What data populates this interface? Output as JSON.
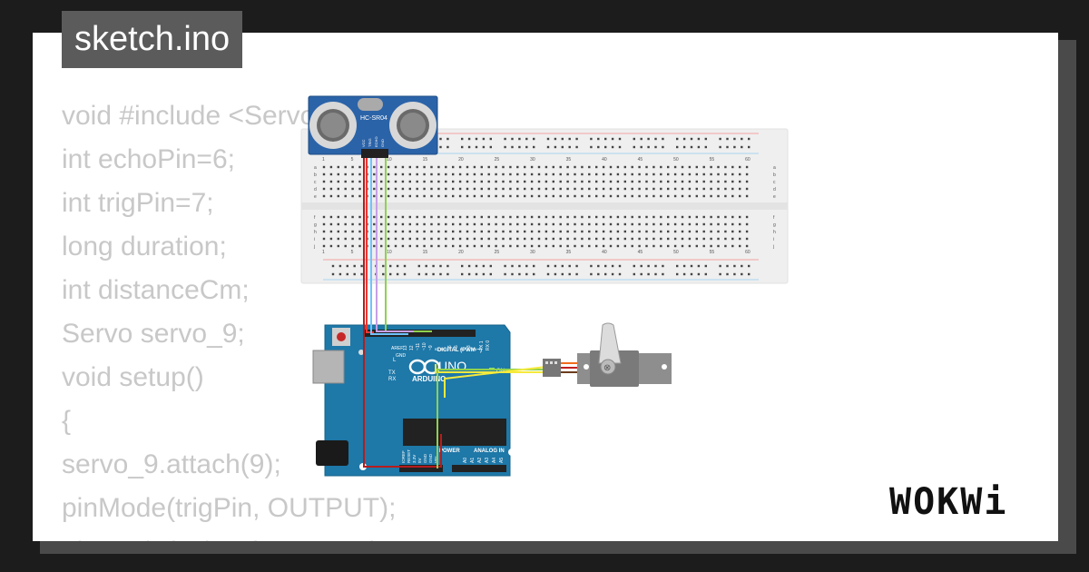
{
  "file_tab": {
    "title": "sketch.ino"
  },
  "code_lines": [
    "void #include <Servo.h>",
    "int echoPin=6;",
    "int trigPin=7;",
    "long duration;",
    "int distanceCm;",
    "Servo servo_9;",
    "void setup()",
    "{",
    "servo_9.attach(9);",
    "pinMode(trigPin, OUTPUT);",
    "pinMode(echoPin, INPUT);"
  ],
  "sensor": {
    "label": "HC-SR04",
    "pins": [
      "VCC",
      "TRIG",
      "ECHO",
      "GND"
    ]
  },
  "breadboard": {
    "column_numbers": [
      "1",
      "5",
      "10",
      "15",
      "20",
      "25",
      "30",
      "35",
      "40",
      "45",
      "50",
      "55",
      "60"
    ],
    "row_letters_top": [
      "a",
      "b",
      "c",
      "d",
      "e"
    ],
    "row_letters_bottom": [
      "f",
      "g",
      "h",
      "i",
      "j"
    ]
  },
  "arduino": {
    "brand": "ARDUINO",
    "model": "UNO",
    "digital_label": "DIGITAL (PWM ~)",
    "power_label": "POWER",
    "analog_label": "ANALOG IN",
    "aref": "AREF",
    "gnd": "GND",
    "on": "ON",
    "l": "L",
    "tx": "TX",
    "rx": "RX",
    "digital_pins": [
      "13",
      "12",
      "~11",
      "~10",
      "~9",
      "8",
      "7",
      "~6",
      "~5",
      "4",
      "~3",
      "2",
      "TX 1",
      "RX 0"
    ],
    "power_pins": [
      "IOREF",
      "RESET",
      "3.3V",
      "5V",
      "GND",
      "GND",
      "VIN"
    ],
    "analog_pins": [
      "A0",
      "A1",
      "A2",
      "A3",
      "A4",
      "A5"
    ]
  },
  "wire_colors": {
    "vcc": "#e53935",
    "trig": "#8fd14f",
    "echo": "#c7a0e8",
    "gnd_blue": "#6fc3ff",
    "servo_signal": "#f6ea3c",
    "servo_ground": "#b0b0b0",
    "dark_red": "#b71c1c"
  },
  "colors": {
    "pcb": "#1e78a8",
    "sensor_board": "#2b63a8",
    "breadboard": "#f0f0f0"
  },
  "brand_logo": "WOKWi"
}
